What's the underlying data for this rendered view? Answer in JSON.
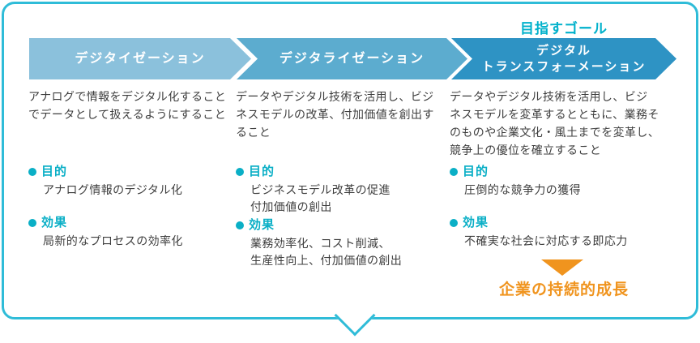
{
  "colors": {
    "frame_border": "#2fbcd8",
    "stage1_fill": "#8bc1dc",
    "stage2_fill": "#5caccf",
    "stage3_fill": "#2e93c4",
    "accent_teal": "#0aafc6",
    "goal_teal": "#00b1cb",
    "accent_orange": "#f0941e",
    "band_text": "#ffffff",
    "body_text": "#3e3e3e"
  },
  "goal_label": "目指すゴール",
  "columns": [
    {
      "title": "デジタイゼーション",
      "description": "アナログで情報をデジタル化すること\nでデータとして扱えるようにすること",
      "purpose_label": "目的",
      "purpose": "アナログ情報のデジタル化",
      "effect_label": "効果",
      "effect": "局新的なプロセスの効率化"
    },
    {
      "title": "デジタライゼーション",
      "description": "データやデジタル技術を活用し、ビジ\nネスモデルの改革、付加価値を創出す\nること",
      "purpose_label": "目的",
      "purpose": "ビジネスモデル改革の促進\n付加価値の創出",
      "effect_label": "効果",
      "effect": "業務効率化、コスト削減、\n生産性向上、付加価値の創出"
    },
    {
      "title": "デジタル\nトランスフォーメーション",
      "description": "データやデジタル技術を活用し、ビジ\nネスモデルを変革するとともに、業務そ\nのものや企業文化・風土までを変革し、\n競争上の優位を確立すること",
      "purpose_label": "目的",
      "purpose": "圧倒的な競争力の獲得",
      "effect_label": "効果",
      "effect": "不確実な社会に対応する即応力"
    }
  ],
  "outcome_label": "企業の持続的成長"
}
